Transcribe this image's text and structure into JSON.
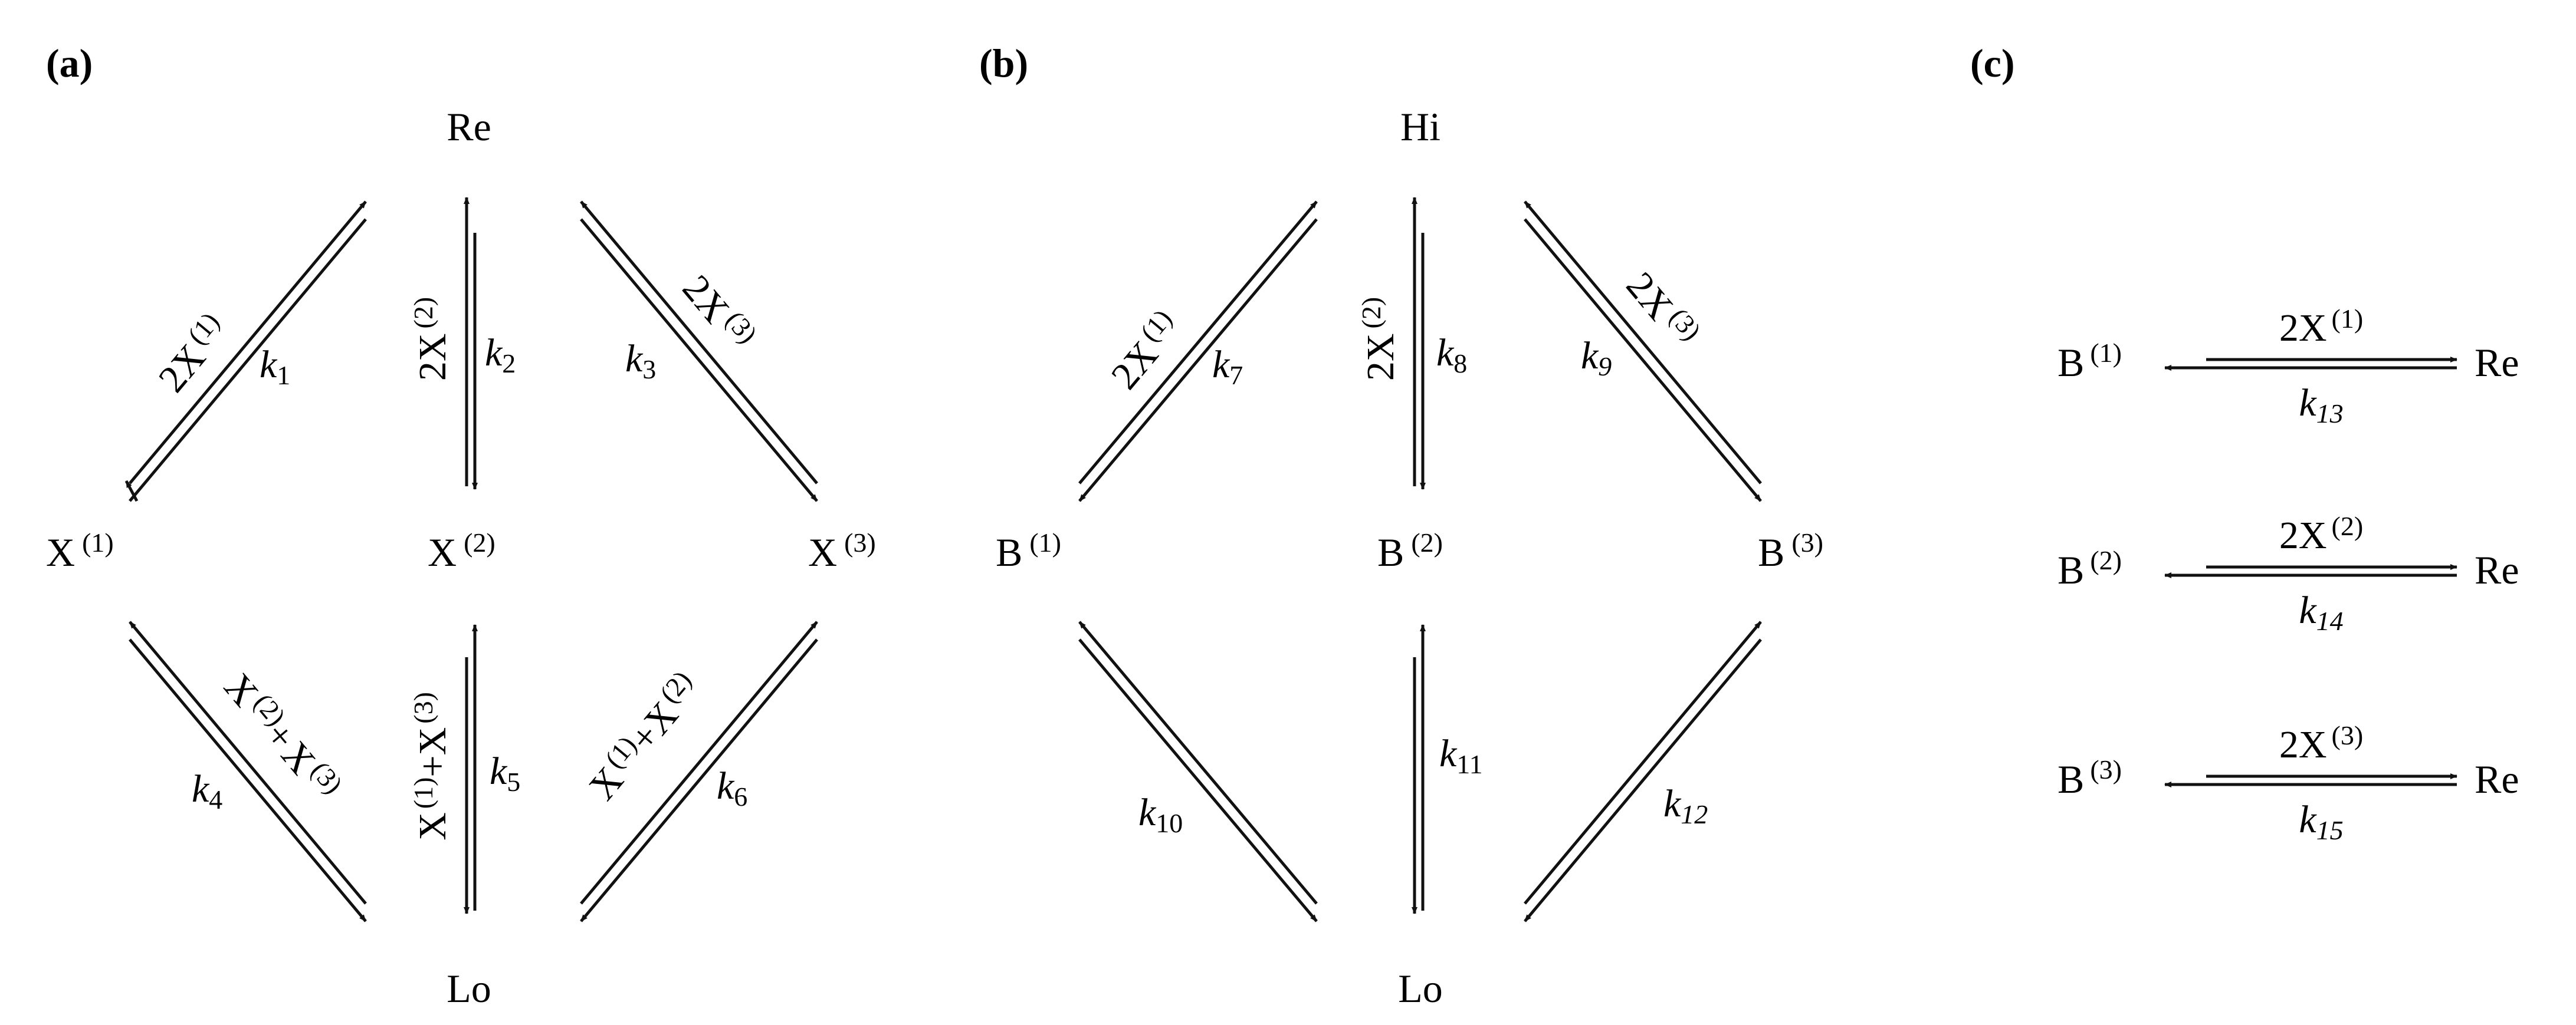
{
  "panels": [
    {
      "label": "(a)",
      "nodes": {
        "top": {
          "base": "Re",
          "sup": ""
        },
        "left": {
          "base": "X",
          "sup": "(1)"
        },
        "mid": {
          "base": "X",
          "sup": "(2)"
        },
        "right": {
          "base": "X",
          "sup": "(3)"
        },
        "bottom": {
          "base": "Lo",
          "sup": ""
        }
      },
      "edges": [
        {
          "id": "k1",
          "rate_base": "k",
          "rate_sub": "1",
          "species_base": "2X",
          "species_sup": "(1)"
        },
        {
          "id": "k2",
          "rate_base": "k",
          "rate_sub": "2",
          "species_base": "2X",
          "species_sup": "(2)"
        },
        {
          "id": "k3",
          "rate_base": "k",
          "rate_sub": "3",
          "species_base": "2X",
          "species_sup": "(3)"
        },
        {
          "id": "k4",
          "rate_base": "k",
          "rate_sub": "4",
          "species_a_base": "X",
          "species_a_sup": "(2)",
          "species_op": "+",
          "species_b_base": "X",
          "species_b_sup": "(3)"
        },
        {
          "id": "k5",
          "rate_base": "k",
          "rate_sub": "5",
          "species_a_base": "X",
          "species_a_sup": "(1)",
          "species_op": "+",
          "species_b_base": "X",
          "species_b_sup": "(3)"
        },
        {
          "id": "k6",
          "rate_base": "k",
          "rate_sub": "6",
          "species_a_base": "X",
          "species_a_sup": "(1)",
          "species_op": "+",
          "species_b_base": "X",
          "species_b_sup": "(2)"
        }
      ]
    },
    {
      "label": "(b)",
      "nodes": {
        "top": {
          "base": "Hi",
          "sup": ""
        },
        "left": {
          "base": "B",
          "sup": "(1)"
        },
        "mid": {
          "base": "B",
          "sup": "(2)"
        },
        "right": {
          "base": "B",
          "sup": "(3)"
        },
        "bottom": {
          "base": "Lo",
          "sup": ""
        }
      },
      "edges": [
        {
          "id": "k7",
          "rate_base": "k",
          "rate_sub": "7",
          "species_base": "2X",
          "species_sup": "(1)"
        },
        {
          "id": "k8",
          "rate_base": "k",
          "rate_sub": "8",
          "species_base": "2X",
          "species_sup": "(2)"
        },
        {
          "id": "k9",
          "rate_base": "k",
          "rate_sub": "9",
          "species_base": "2X",
          "species_sup": "(3)"
        },
        {
          "id": "k10",
          "rate_base": "k",
          "rate_sub": "10"
        },
        {
          "id": "k11",
          "rate_base": "k",
          "rate_sub": "11"
        },
        {
          "id": "k12",
          "rate_base": "k",
          "rate_sub": "12"
        }
      ]
    },
    {
      "label": "(c)",
      "rows": [
        {
          "left_base": "B",
          "left_sup": "(1)",
          "species_base": "2X",
          "species_sup": "(1)",
          "rate_base": "k",
          "rate_sub": "13",
          "right": "Re"
        },
        {
          "left_base": "B",
          "left_sup": "(2)",
          "species_base": "2X",
          "species_sup": "(2)",
          "rate_base": "k",
          "rate_sub": "14",
          "right": "Re"
        },
        {
          "left_base": "B",
          "left_sup": "(3)",
          "species_base": "2X",
          "species_sup": "(3)",
          "rate_base": "k",
          "rate_sub": "15",
          "right": "Re"
        }
      ]
    }
  ]
}
